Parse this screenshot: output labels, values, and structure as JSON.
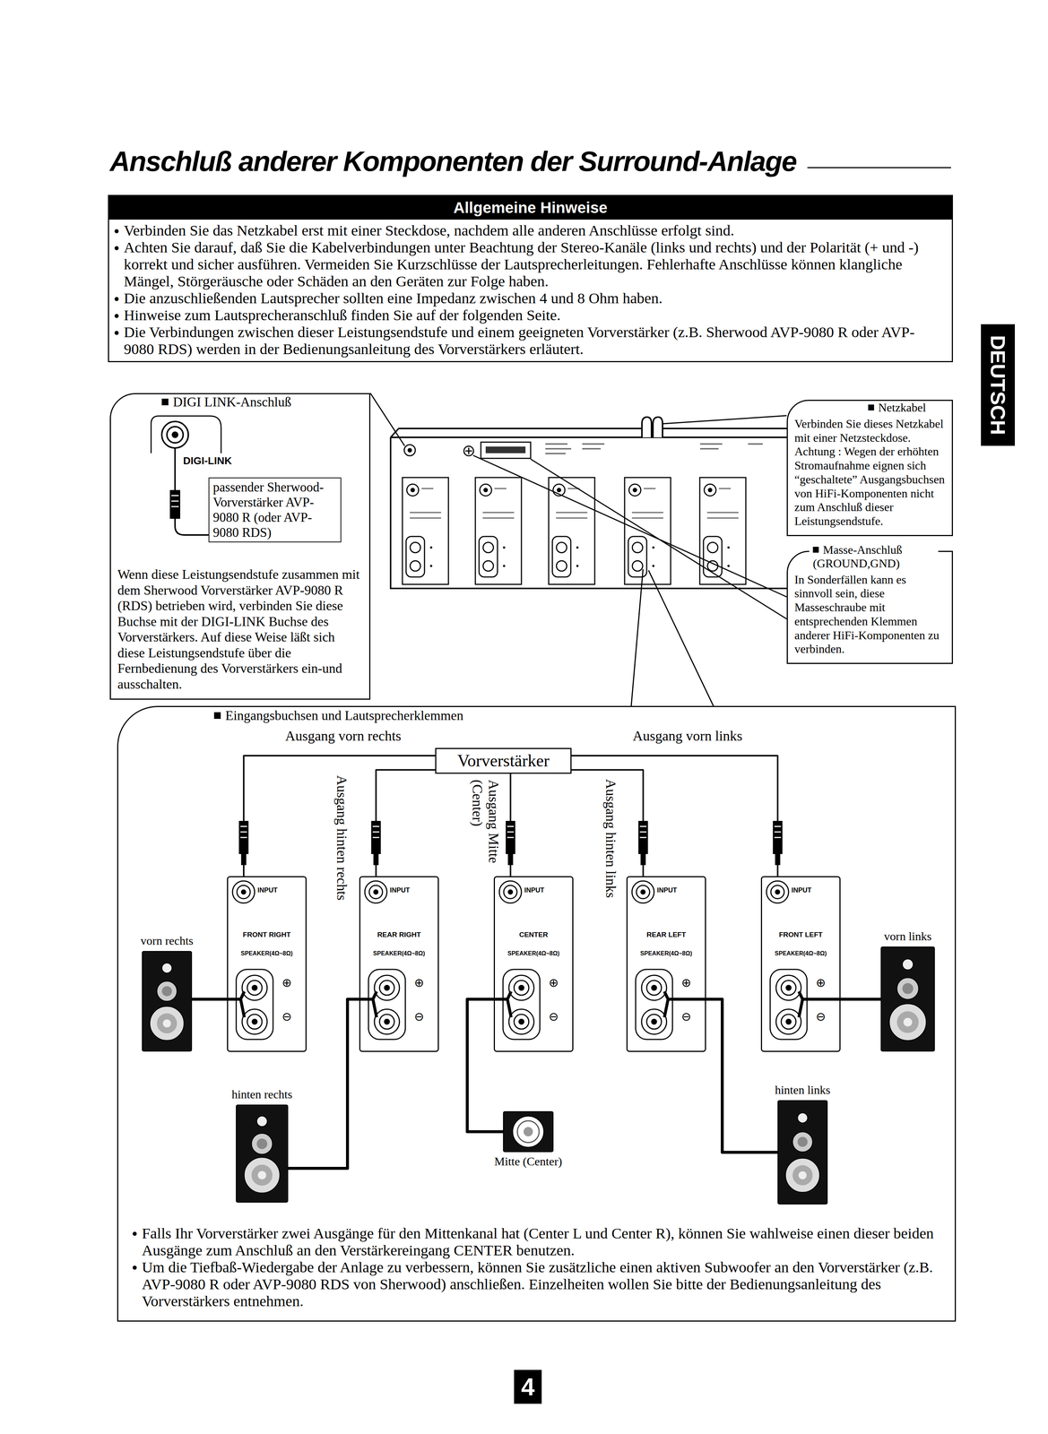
{
  "diagram": {
    "title": "Anschluß anderer Komponenten der Surround-Anlage",
    "nodes": [
      {
        "text": [
          "Allgemeine Hinweise",
          "Verbinden Sie das Netzkabel erst mit einer Steckdose, nachdem alle anderen Anschlüsse erfolgt sind.",
          "Achten Sie darauf, daß Sie die Kabelverbindungen unter Beachtung der Stereo-Kanäle (links und rechts) und der Polarität (+ und -) korrekt und sicher ausführen. Vermeiden Sie Kurzschlüsse der Lautsprecherleitungen. Fehlerhafte Anschlüsse können klangliche Mängel, Störgeräusche oder Schäden an den Geräten zur Folge haben.",
          "Die anzuschließenden Lautsprecher sollten eine Impedanz zwischen 4 und 8 Ohm haben.",
          "Hinweise zum Lautsprecheranschluß finden Sie auf der folgenden Seite.",
          "Die Verbindungen zwischen dieser Leistungsendstufe und einem geeigneten Vorverstärker (z.B. Sherwood AVP-9080 R oder AVP-9080 RDS) werden in der Bedienungsanleitung des Vorverstärkers erläutert."
        ]
      },
      {
        "text": [
          "DIGI LINK-Anschluß",
          "Wenn diese Leistungsendstufe zusammen mit dem Sherwood Vorverstärker AVP-9080 R (RDS) betrieben wird, verbinden Sie diese Buchse mit der DIGI-LINK Buchse des Vorverstärkers. Auf diese Weise läßt sich diese Leistungsendstufe über die Fernbedienung des Vorverstärkers ein-und ausschalten."
        ]
      },
      {
        "text": [
          "passender Sherwood-Vorverstärker AVP-9080 R (oder AVP-9080 RDS)"
        ],
        "in": 1
      },
      {
        "text": [
          "Netzkabel",
          "Verbinden Sie dieses Netzkabel mit einer Netzsteckdose. Achtung : Wegen der erhöhten Stromaufnahme eignen sich “geschaltete” Ausgangsbuchsen von HiFi-Komponenten nicht zum Anschluß dieser Leistungsendstufe."
        ]
      },
      {
        "text": [
          "Masse-Anschluß (GROUND,GND)",
          "In Sonderfällen kann es sinnvoll sein, diese Masseschraube mit entsprechenden Klemmen anderer HiFi-Komponenten zu verbinden."
        ]
      },
      {
        "text": [
          "Eingangsbuchsen und Lautsprecherklemmen",
          "Falls Ihr Vorverstärker zwei Ausgänge für den Mittenkanal hat (Center L und Center R), können Sie wahlweise einen dieser beiden Ausgänge zum Anschluß an den Verstärkereingang CENTER benutzen.",
          "Um die Tiefbaß-Wiedergabe der Anlage zu verbessern, können Sie zusätzliche einen aktiven Subwoofer an den Vorverstärker (z.B. AVP-9080 R oder AVP-9080 RDS von Sherwood) anschließen. Einzelheiten wollen Sie bitte der Bedienungsanleitung des Vorverstärkers entnehmen."
        ]
      },
      {
        "text": [
          "Vorverstärker"
        ],
        "in": 5
      },
      {
        "text": [
          "INPUT",
          "FRONT RIGHT",
          "SPEAKER(4Ω~8Ω)"
        ],
        "in": 5
      },
      {
        "text": [
          "INPUT",
          "REAR RIGHT",
          "SPEAKER(4Ω~8Ω)"
        ],
        "in": 5
      },
      {
        "text": [
          "INPUT",
          "CENTER",
          "SPEAKER(4Ω~8Ω)"
        ],
        "in": 5
      },
      {
        "text": [
          "INPUT",
          "REAR LEFT",
          "SPEAKER(4Ω~8Ω)"
        ],
        "in": 5
      },
      {
        "text": [
          "INPUT",
          "FRONT LEFT",
          "SPEAKER(4Ω~8Ω)"
        ],
        "in": 5
      },
      {
        "text": [
          "vorn rechts"
        ],
        "in": 5
      },
      {
        "text": [
          "hinten rechts"
        ],
        "in": 5
      },
      {
        "text": [
          "Mitte (Center)"
        ],
        "in": 5
      },
      {
        "text": [
          "hinten links"
        ],
        "in": 5
      },
      {
        "text": [
          "vorn links"
        ],
        "in": 5
      }
    ],
    "edges": [
      {
        "from": 6,
        "to": 7,
        "arrow": "none",
        "label": "Ausgang vorn rechts"
      },
      {
        "from": 6,
        "to": 8,
        "arrow": "none",
        "label": "Ausgang hinten rechts"
      },
      {
        "from": 6,
        "to": 9,
        "arrow": "none",
        "label": "Ausgang Mitte (Center)"
      },
      {
        "from": 6,
        "to": 10,
        "arrow": "none",
        "label": "Ausgang hinten links"
      },
      {
        "from": 6,
        "to": 11,
        "arrow": "none",
        "label": "Ausgang vorn links"
      },
      {
        "from": 7,
        "to": 12,
        "arrow": "none"
      },
      {
        "from": 8,
        "to": 13,
        "arrow": "none"
      },
      {
        "from": 9,
        "to": 14,
        "arrow": "none"
      },
      {
        "from": 10,
        "to": 15,
        "arrow": "none"
      },
      {
        "from": 11,
        "to": 16,
        "arrow": "none"
      }
    ],
    "labels": [
      "DIGI-LINK",
      "DEUTSCH",
      "4",
      "⊕",
      "⊖",
      "⊕",
      "⊖",
      "⊕",
      "⊖",
      "⊕",
      "⊖",
      "⊕",
      "⊖"
    ]
  }
}
